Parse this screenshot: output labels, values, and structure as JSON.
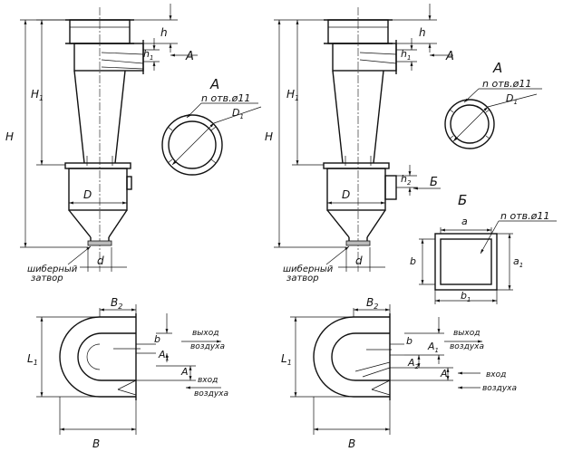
{
  "labels": {
    "H": "H",
    "H1": "H",
    "H1_sub": "1",
    "h": "h",
    "h1": "h",
    "h1_sub": "1",
    "h2": "h",
    "h2_sub": "2",
    "A": "A",
    "B_cyr": "Б",
    "D": "D",
    "D1": "D",
    "D1_sub": "1",
    "d": "d",
    "holes": "n отв.ø11",
    "gate_line1": "шиберный",
    "gate_line2": "затвор",
    "a": "a",
    "a1": "a",
    "a1_sub": "1",
    "b": "b",
    "b1": "b",
    "b1_sub": "1",
    "B": "B",
    "B2": "B",
    "B2_sub": "2",
    "L1": "L",
    "L1_sub": "1",
    "A1": "A",
    "A1_sub": "1",
    "A2": "A",
    "A2_sub": "2",
    "air_out_1": "выход",
    "air_out_2": "воздуха",
    "air_in_1": "вход",
    "air_in_2": "воздуха"
  }
}
